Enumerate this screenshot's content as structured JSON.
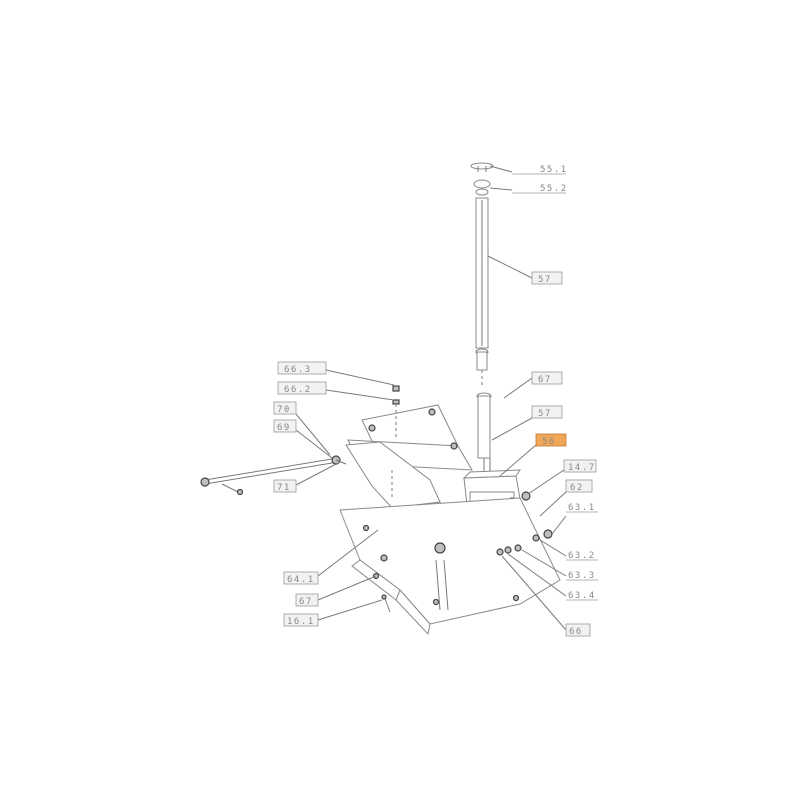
{
  "callouts": [
    {
      "id": "c-55-1",
      "text": "55.1",
      "highlight": false
    },
    {
      "id": "c-55-2",
      "text": "55.2",
      "highlight": false
    },
    {
      "id": "c-57-top",
      "text": "57",
      "highlight": false
    },
    {
      "id": "c-67-a",
      "text": "67",
      "highlight": false
    },
    {
      "id": "c-57-mid",
      "text": "57",
      "highlight": false
    },
    {
      "id": "c-56-hl",
      "text": "56",
      "highlight": true
    },
    {
      "id": "c-14-7",
      "text": "14.7",
      "highlight": false
    },
    {
      "id": "c-62",
      "text": "62",
      "highlight": false
    },
    {
      "id": "c-63-1",
      "text": "63.1",
      "highlight": false
    },
    {
      "id": "c-63-2",
      "text": "63.2",
      "highlight": false
    },
    {
      "id": "c-63-3",
      "text": "63.3",
      "highlight": false
    },
    {
      "id": "c-63-4",
      "text": "63.4",
      "highlight": false
    },
    {
      "id": "c-66-3",
      "text": "66.3",
      "highlight": false
    },
    {
      "id": "c-66-2",
      "text": "66.2",
      "highlight": false
    },
    {
      "id": "c-70",
      "text": "70",
      "highlight": false
    },
    {
      "id": "c-69",
      "text": "69",
      "highlight": false
    },
    {
      "id": "c-71",
      "text": "71",
      "highlight": false
    },
    {
      "id": "c-64-1",
      "text": "64.1",
      "highlight": false
    },
    {
      "id": "c-67-b",
      "text": "67",
      "highlight": false
    },
    {
      "id": "c-16-1",
      "text": "16.1",
      "highlight": false
    },
    {
      "id": "c-66",
      "text": "66",
      "highlight": false
    }
  ],
  "highlight_color": "#f0a75a"
}
